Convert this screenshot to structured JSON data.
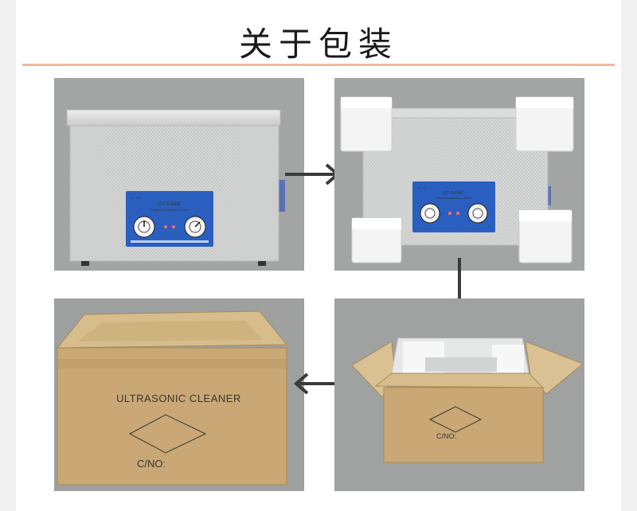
{
  "header": {
    "title": "关于包装"
  },
  "products": {
    "brand": "GT SONIC",
    "panel_caption": "Professional ultrasonic cleaner"
  },
  "boxes": {
    "closed_box_text": "ULTRASONIC CLEANER",
    "closed_box_cno": "C/NO:",
    "open_box_cno": "C/NO:"
  },
  "colors": {
    "title_underline": "#f0b79a",
    "panel_blue": "#2a5fbf",
    "cardboard": "#c9ab79",
    "photo_background": "#a3a4a4",
    "arrow": "#3a3a3a"
  }
}
